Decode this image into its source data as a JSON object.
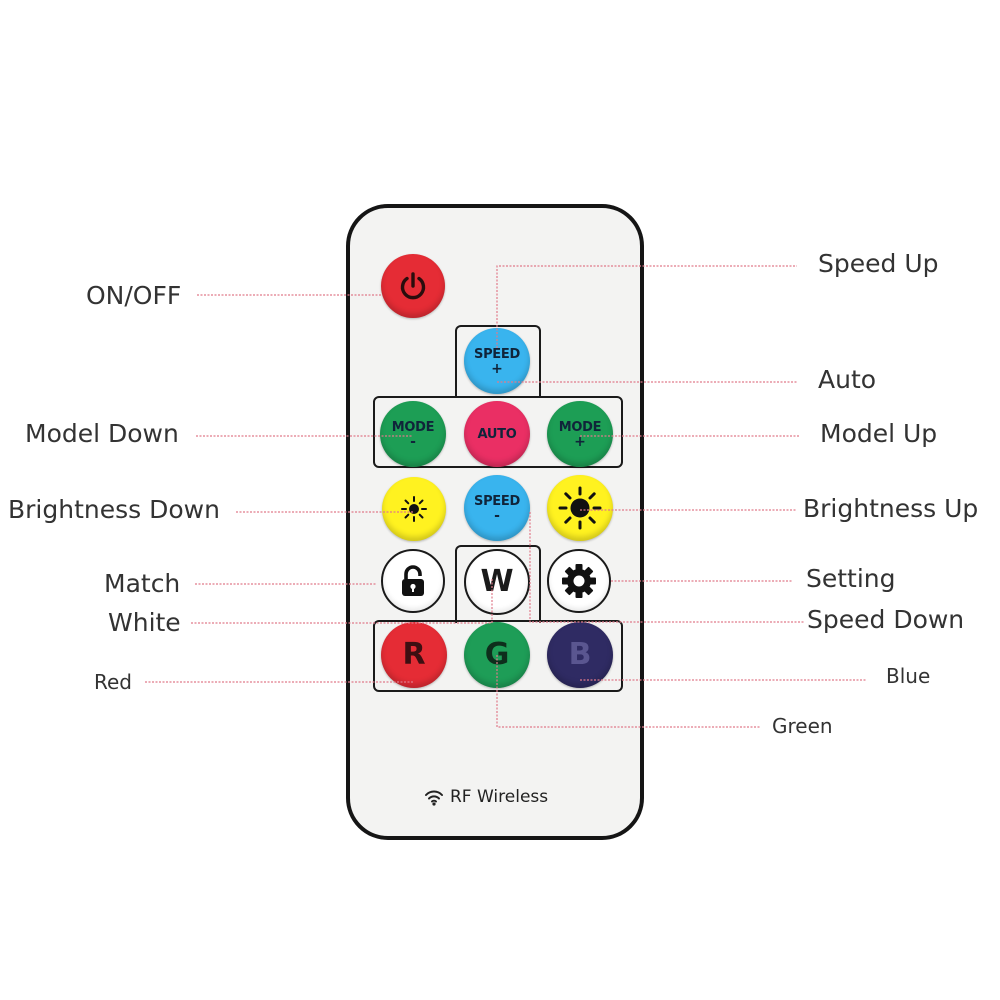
{
  "footer": {
    "label": "RF Wireless",
    "icon": "wifi-icon"
  },
  "buttons": {
    "speed_up": {
      "line1": "SPEED",
      "line2": "+",
      "color": "#39b4ee"
    },
    "mode_down": {
      "line1": "MODE",
      "line2": "-",
      "color": "#1d9e55"
    },
    "auto": {
      "text": "AUTO",
      "color": "#ea2f64"
    },
    "mode_up": {
      "line1": "MODE",
      "line2": "+",
      "color": "#1d9e55"
    },
    "speed_down": {
      "line1": "SPEED",
      "line2": "-",
      "color": "#39b4ee"
    },
    "white": {
      "text": "W"
    },
    "red": {
      "text": "R",
      "color": "#e52c35"
    },
    "green": {
      "text": "G",
      "color": "#1e9d57"
    },
    "blue": {
      "text": "B",
      "color": "#2f2b63"
    },
    "power": {
      "color": "#e52c35",
      "icon": "power-icon"
    },
    "brightness_down": {
      "color": "#fff220",
      "icon": "sun-small-icon"
    },
    "brightness_up": {
      "color": "#fff220",
      "icon": "sun-large-icon"
    },
    "match": {
      "icon": "lock-icon"
    },
    "setting": {
      "icon": "gear-icon"
    }
  },
  "labels": {
    "on_off": "ON/OFF",
    "speed_up": "Speed Up",
    "auto": "Auto",
    "model_down": "Model Down",
    "model_up": "Model Up",
    "brightness_down": "Brightness Down",
    "brightness_up": "Brightness Up",
    "match": "Match",
    "setting": "Setting",
    "white": "White",
    "speed_down": "Speed Down",
    "red": "Red",
    "blue": "Blue",
    "green": "Green"
  },
  "colors": {
    "leader_line": "#e07a8a",
    "remote_body": "#f3f3f2",
    "remote_border": "#151515"
  }
}
